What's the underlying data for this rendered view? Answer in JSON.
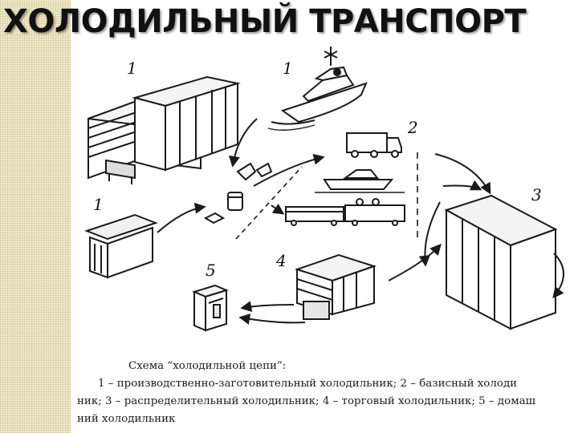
{
  "title": "ХОЛОДИЛЬНЫЙ ТРАНСПОРТ",
  "labels": {
    "production_top": "1",
    "ship": "1",
    "transport": "2",
    "basic": "3",
    "distribution": "4",
    "home": "5",
    "production_small": "1"
  },
  "caption": {
    "title": "Схема ”холодильной цепи”:",
    "line1": "1 – производственно-заготовительный холодильник; 2 – базисный холоди",
    "line2": "ник; 3 – распределительный холодильник; 4 – торговый холодильник; 5 – домаш",
    "line3": "ний холодильник"
  },
  "colors": {
    "ink": "#1a1a1a",
    "side_strip": "#efe9c8"
  }
}
